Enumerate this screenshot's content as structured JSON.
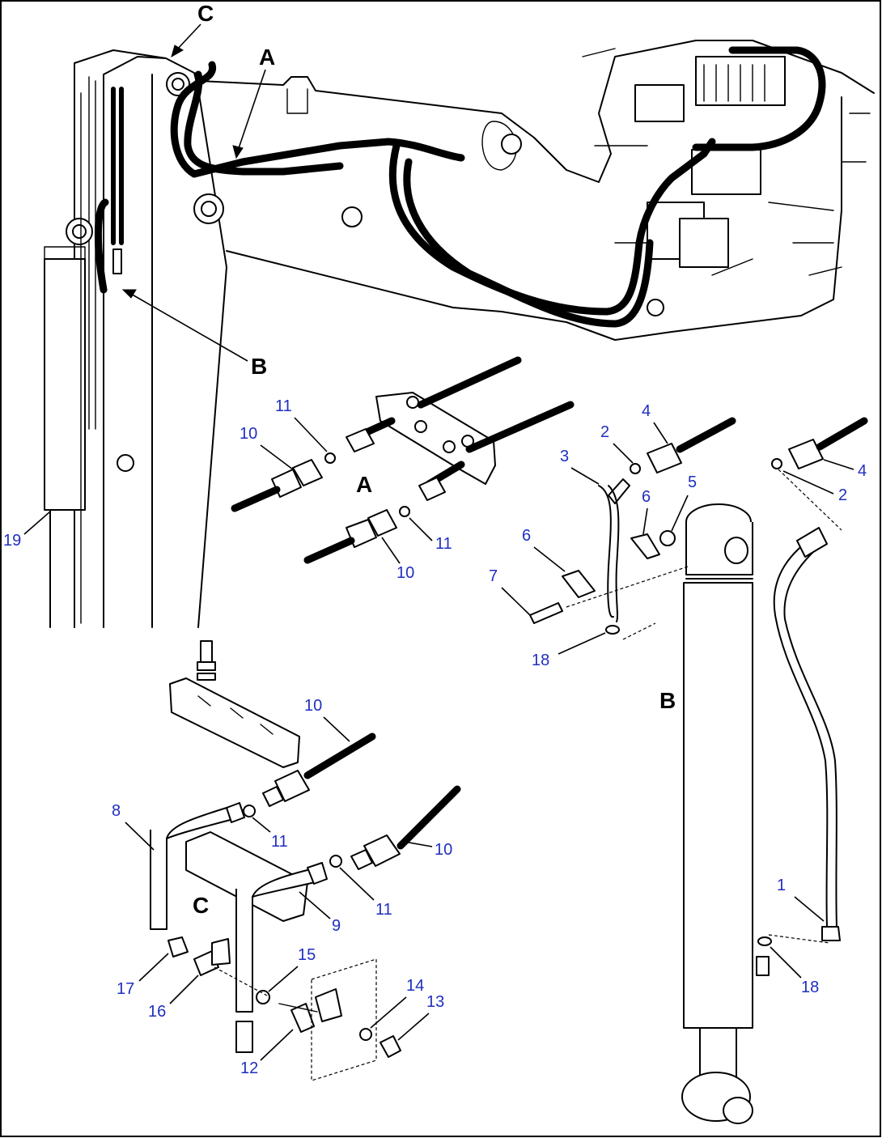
{
  "views": {
    "a": "A",
    "b": "B",
    "c": "C"
  },
  "labels": {
    "p1": "1",
    "p2a": "2",
    "p2b": "2",
    "p3": "3",
    "p4a": "4",
    "p4b": "4",
    "p5": "5",
    "p6a": "6",
    "p6b": "6",
    "p7": "7",
    "p8": "8",
    "p9": "9",
    "p10a": "10",
    "p10b": "10",
    "p10c": "10",
    "p10d": "10",
    "p11a": "11",
    "p11b": "11",
    "p11c": "11",
    "p11d": "11",
    "p12": "12",
    "p13": "13",
    "p14": "14",
    "p15": "15",
    "p16": "16",
    "p17": "17",
    "p18a": "18",
    "p18b": "18",
    "p19": "19"
  },
  "colors": {
    "line": "#000000",
    "part_number": "#1f2fbf",
    "background": "#ffffff",
    "frame": "#000000"
  }
}
